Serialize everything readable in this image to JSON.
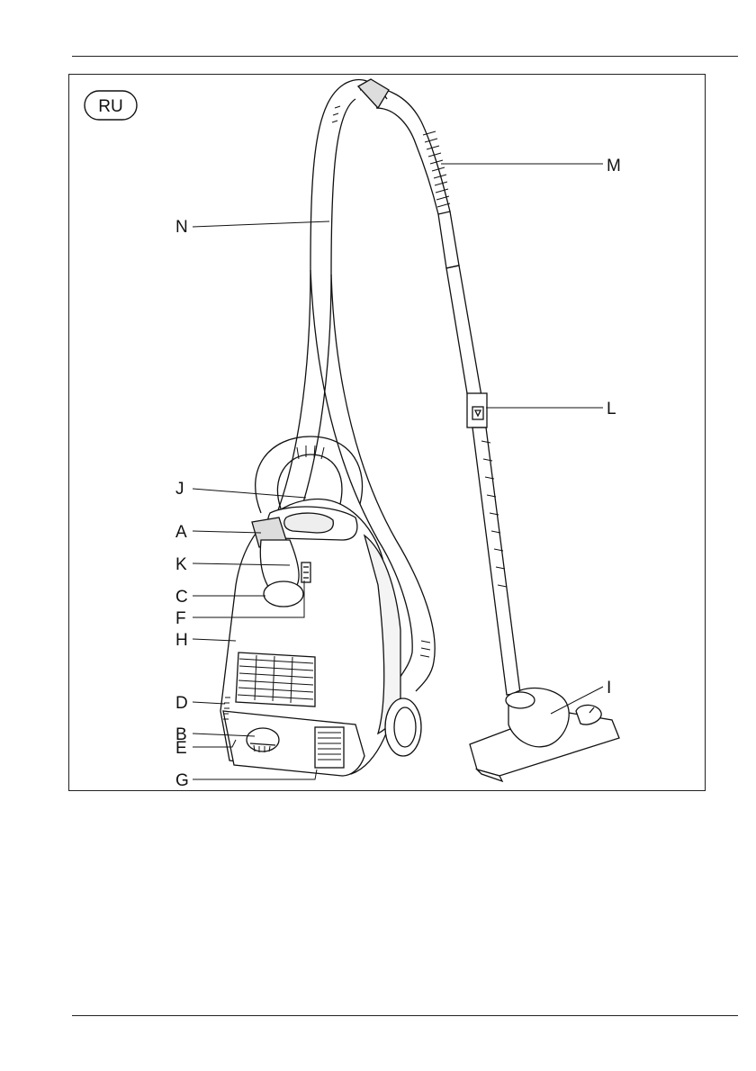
{
  "language_badge": "RU",
  "callouts": {
    "A": "A",
    "B": "B",
    "C": "C",
    "D": "D",
    "E": "E",
    "F": "F",
    "G": "G",
    "H": "H",
    "I": "I",
    "J": "J",
    "K": "K",
    "L": "L",
    "M": "M",
    "N": "N"
  }
}
